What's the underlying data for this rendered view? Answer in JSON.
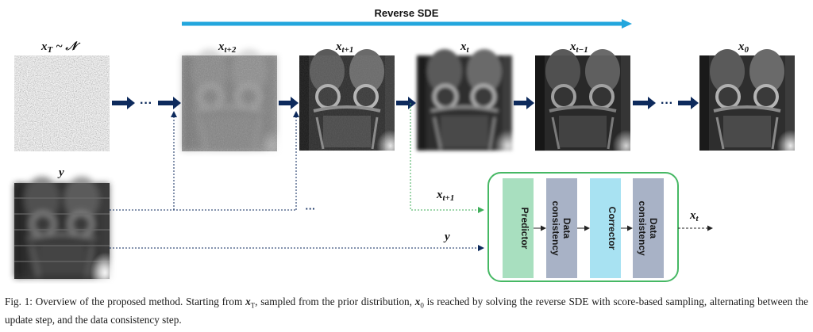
{
  "figure": {
    "reverse_sde_label": "Reverse SDE",
    "colors": {
      "sde_arrow": "#23a6dd",
      "main_arrow": "#0d2a5c",
      "green_border": "#46b864",
      "predictor": "#a8dfbf",
      "corrector": "#a8e2f2",
      "data_consistency": "#a8b2c6",
      "dashed_green": "#3fae5a"
    },
    "labels": {
      "x_T_main": "x",
      "x_T_sub": "T",
      "x_T_dist": "~ 𝒩",
      "x_t_plus_2_main": "x",
      "x_t_plus_2_sub": "t+2",
      "x_t_plus_1_main": "x",
      "x_t_plus_1_sub": "t+1",
      "x_t_main": "x",
      "x_t_sub": "t",
      "x_t_minus_1_main": "x",
      "x_t_minus_1_sub": "t−1",
      "x_0_main": "x",
      "x_0_sub": "0",
      "y": "y",
      "in_x_main": "x",
      "in_x_sub": "t+1",
      "in_y": "y",
      "out_x_main": "x",
      "out_x_sub": "t"
    },
    "dots": "···",
    "pipeline": {
      "predictor": "Predictor",
      "dc1_line1": "Data",
      "dc1_line2": "consistency",
      "corrector": "Corrector",
      "dc2_line1": "Data",
      "dc2_line2": "consistency"
    }
  },
  "caption": {
    "prefix": "Fig. 1: Overview of the proposed method.  Starting from ",
    "m1": "x",
    "m1_sub": "T",
    "mid1": ", sampled from the prior distribution, ",
    "m2": "x",
    "m2_sub": "0",
    "rest": " is reached by solving the reverse SDE with score-based sampling, alternating between the update step, and the data consistency step."
  }
}
